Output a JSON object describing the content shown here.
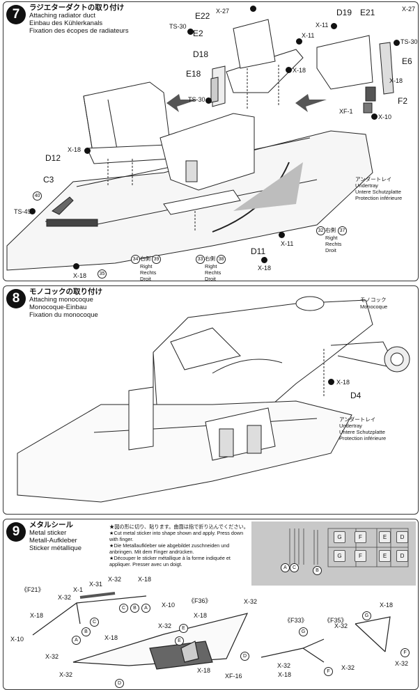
{
  "step7": {
    "number": "7",
    "title_jp": "ラジエターダクトの取り付け",
    "title_en": "Attaching radiator duct",
    "title_de": "Einbau des Kühlerkanals",
    "title_fr": "Fixation des écopes de radiateurs",
    "labels": {
      "x27a": "X-27",
      "e22": "E22",
      "ts30a": "TS-30",
      "e2": "E2",
      "x11a": "X-11",
      "d18": "D18",
      "e18": "E18",
      "x18a": "X-18",
      "ts30b": "TS-30",
      "d19": "D19",
      "e21": "E21",
      "x27b": "X-27",
      "x11b": "X-11",
      "ts30c": "TS-30",
      "e6": "E6",
      "x18b": "X-18",
      "xf1": "XF-1",
      "f2": "F2",
      "x10": "X-10",
      "x18c": "X-18",
      "d12": "D12",
      "c3": "C3",
      "n40": "40",
      "ts49": "TS-49",
      "x18d": "X-18",
      "n35": "35",
      "n34": "34",
      "right_jp1": "右側",
      "n39": "39",
      "n33": "33",
      "right_jp2": "右側",
      "n38": "38",
      "n32": "32",
      "right_jp3": "右側",
      "n37": "37",
      "x11c": "X-11",
      "d11": "D11",
      "x18e": "X-18",
      "ut_jp": "アンダートレイ",
      "ut_en": "Undertray",
      "ut_de": "Untere Schutzplatte",
      "ut_fr": "Protection inférieure",
      "right_en": "Right",
      "right_de": "Rechts",
      "right_fr": "Droit"
    }
  },
  "step8": {
    "number": "8",
    "title_jp": "モノコックの取り付け",
    "title_en": "Attaching monocoque",
    "title_de": "Monocoque-Einbau",
    "title_fr": "Fixation du monocoque",
    "labels": {
      "mono_jp": "モノコック",
      "mono_en": "Monocoque",
      "x18": "X-18",
      "d4": "D4",
      "ut_jp": "アンダートレイ",
      "ut_en": "Undertray",
      "ut_de": "Untere Schutzplatte",
      "ut_fr": "Protection inférieure"
    }
  },
  "step9": {
    "number": "9",
    "title_jp": "メタルシール",
    "title_en": "Metal sticker",
    "title_de": "Metall-Aufkleber",
    "title_fr": "Sticker métallique",
    "note_jp": "★図の形に切り、貼ります。曲面は指で折り込んでください。",
    "note_en": "★Cut metal sticker into shape shown and apply. Press down with finger.",
    "note_de": "★Die Metallaufkleber wie abgebildet zuschneiden und anbringen. Mit dem Finger andrücken.",
    "note_fr": "★Découper le sticker métallique à la forme indiquée et appliquer. Presser avec un doigt.",
    "stickers": [
      "G",
      "F",
      "E",
      "D",
      "G",
      "F",
      "E",
      "D",
      "A",
      "C",
      "B"
    ],
    "labels": {
      "f21": "《F21》",
      "f36": "《F36》",
      "f33": "《F33》",
      "f35": "《F35》",
      "x1": "X-1",
      "x31": "X-31",
      "x32a": "X-32",
      "x18a": "X-18",
      "x32b": "X-32",
      "x18b": "X-18",
      "x10a": "X-10",
      "x10b": "X-10",
      "x18c": "X-18",
      "x32c": "X-32",
      "x18d": "X-18",
      "x32d": "X-32",
      "x32e": "X-32",
      "x18e": "X-18",
      "xf16": "XF-16",
      "x32f": "X-32",
      "x32g": "X-32",
      "x18f": "X-18",
      "x32h": "X-32",
      "x18g": "X-18",
      "x32i": "X-32",
      "x32j": "X-32",
      "cA": "A",
      "cB": "B",
      "cC": "C",
      "cD": "D",
      "cE": "E",
      "cF": "F",
      "cG": "G"
    }
  }
}
